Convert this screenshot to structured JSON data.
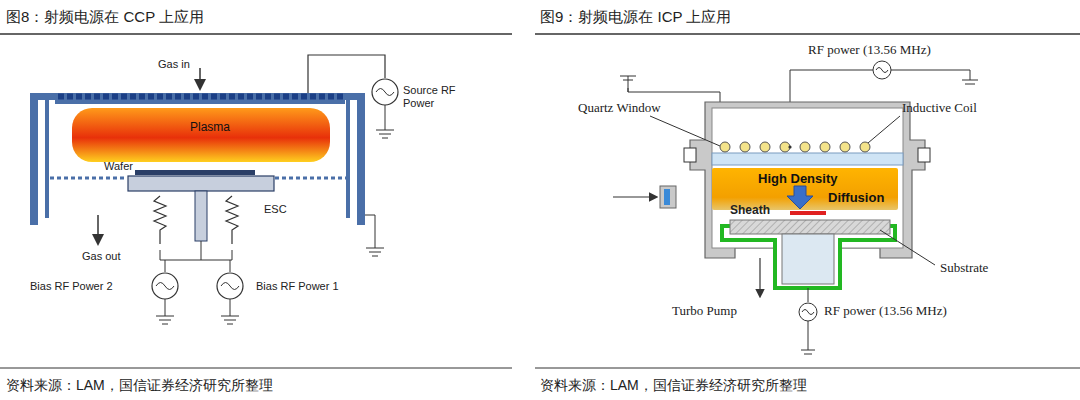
{
  "diagram": {
    "nodes": [
      {
        "text": [
          "Plasma"
        ]
      },
      {
        "text": [
          "High Density",
          "Diffusion"
        ]
      }
    ],
    "labels": [
      "图8：射频电源在 CCP 上应用",
      "Gas in",
      "Source RF Power",
      "Wafer",
      "ESC",
      "Gas out",
      "Bias RF Power 2",
      "Bias RF Power 1",
      "资料来源：LAM，国信证券经济研究所整理",
      "图9：射频电源在 ICP 上应用",
      "RF power (13.56 MHz)",
      "Quartz Window",
      "Inductive Coil",
      "Sheath",
      "Substrate",
      "Turbo Pump",
      "RF power (13.56 MHz)",
      "资料来源：LAM，国信证券经济研究所整理"
    ]
  }
}
